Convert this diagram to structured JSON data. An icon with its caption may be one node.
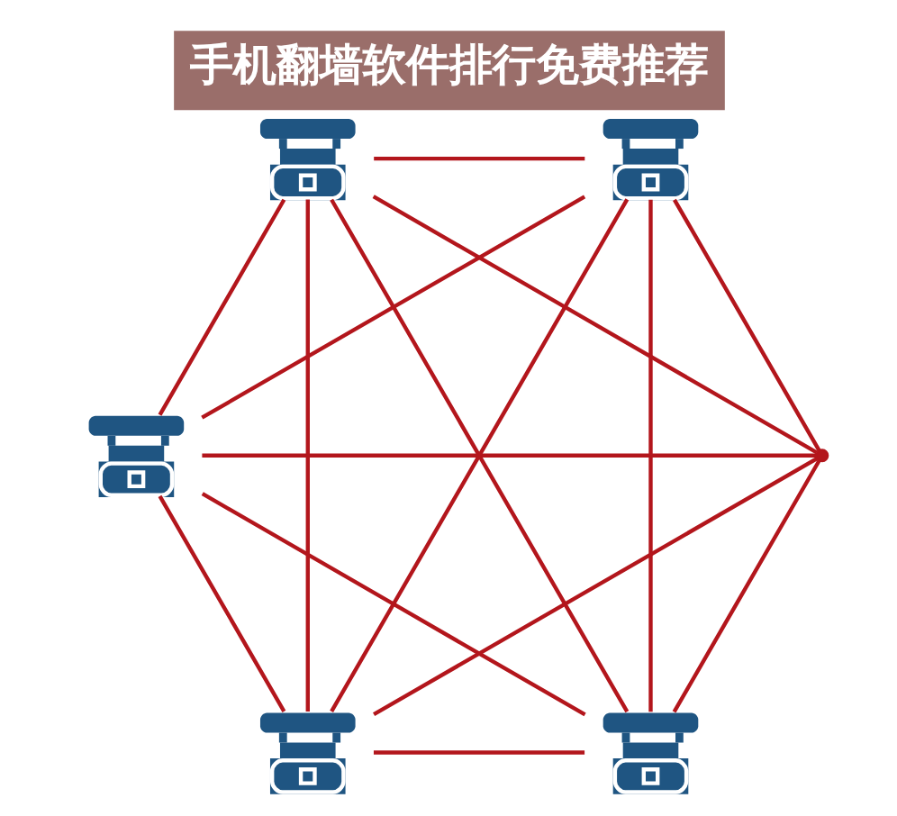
{
  "diagram": {
    "title": "手机翻墙软件排行免费推荐",
    "nodes": [
      {
        "text": [],
        "shape": "picture"
      },
      {
        "text": [],
        "shape": "picture"
      },
      {
        "text": [],
        "shape": "picture"
      },
      {
        "text": [],
        "shape": "point"
      },
      {
        "text": [],
        "shape": "picture"
      },
      {
        "text": [],
        "shape": "picture"
      }
    ],
    "edges": [
      {
        "from": 0,
        "to": 1,
        "arrow": "none"
      },
      {
        "from": 0,
        "to": 2,
        "arrow": "none"
      },
      {
        "from": 0,
        "to": 3,
        "arrow": "none"
      },
      {
        "from": 0,
        "to": 4,
        "arrow": "none"
      },
      {
        "from": 0,
        "to": 5,
        "arrow": "none"
      },
      {
        "from": 1,
        "to": 2,
        "arrow": "none"
      },
      {
        "from": 1,
        "to": 3,
        "arrow": "none"
      },
      {
        "from": 1,
        "to": 4,
        "arrow": "none"
      },
      {
        "from": 1,
        "to": 5,
        "arrow": "none"
      },
      {
        "from": 2,
        "to": 3,
        "arrow": "none"
      },
      {
        "from": 2,
        "to": 4,
        "arrow": "none"
      },
      {
        "from": 2,
        "to": 5,
        "arrow": "none"
      },
      {
        "from": 3,
        "to": 4,
        "arrow": "none"
      },
      {
        "from": 3,
        "to": 5,
        "arrow": "none"
      },
      {
        "from": 4,
        "to": 5,
        "arrow": "none"
      }
    ]
  }
}
